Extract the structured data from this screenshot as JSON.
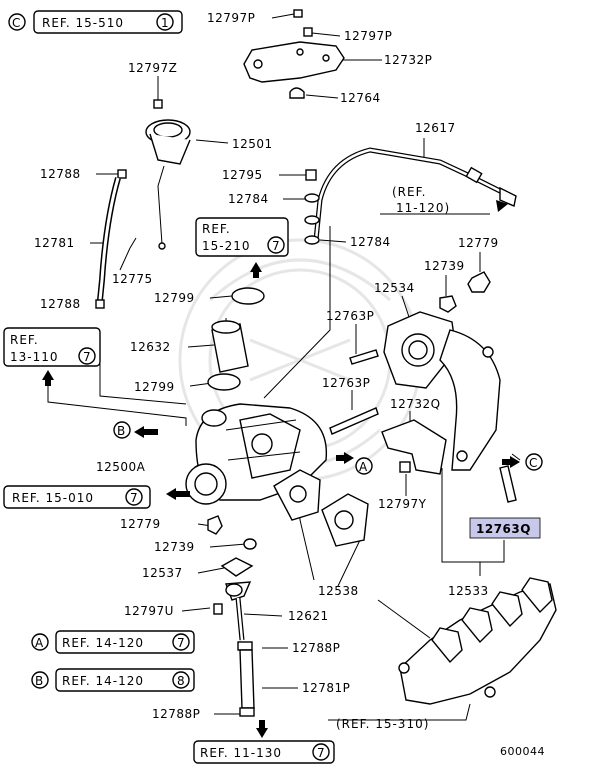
{
  "diagram_code": "600044",
  "highlight_color": "#c8c8ea",
  "parts": {
    "p12797P_a": "12797P",
    "p12797P_b": "12797P",
    "p12732P": "12732P",
    "p12764": "12764",
    "p12797Z": "12797Z",
    "p12501": "12501",
    "p12617": "12617",
    "p12788_a": "12788",
    "p12795": "12795",
    "p12784_a": "12784",
    "p12784_b": "12784",
    "p12781": "12781",
    "p12775": "12775",
    "p12779_a": "12779",
    "p12739_a": "12739",
    "p12788_b": "12788",
    "p12799_a": "12799",
    "p12534": "12534",
    "p12632": "12632",
    "p12763P_a": "12763P",
    "p12799_b": "12799",
    "p12763P_b": "12763P",
    "p12732Q": "12732Q",
    "p12500A": "12500A",
    "p12797Y": "12797Y",
    "p12763Q": "12763Q",
    "p12779_b": "12779",
    "p12739_b": "12739",
    "p12537": "12537",
    "p12538": "12538",
    "p12533": "12533",
    "p12797U": "12797U",
    "p12621": "12621",
    "p12788P_a": "12788P",
    "p12781P": "12781P",
    "p12788P_b": "12788P"
  },
  "refs": {
    "r15_510": {
      "text": "REF. 15-510",
      "num": "1",
      "letter": "C"
    },
    "r11_120": {
      "text": "(REF.",
      "text2": "11-120)"
    },
    "r15_210": {
      "text": "REF.",
      "text2": "15-210",
      "num": "7"
    },
    "r13_110": {
      "text": "REF.",
      "text2": "13-110",
      "num": "7"
    },
    "r15_010": {
      "text": "REF. 15-010",
      "num": "7"
    },
    "r14_120a": {
      "text": "REF. 14-120",
      "num": "7",
      "letter": "A"
    },
    "r14_120b": {
      "text": "REF. 14-120",
      "num": "8",
      "letter": "B"
    },
    "r15_310": {
      "text": "(REF. 15-310)"
    },
    "r11_130": {
      "text": "REF. 11-130",
      "num": "7"
    }
  },
  "callouts": {
    "B": "B",
    "A": "A",
    "C": "C"
  }
}
